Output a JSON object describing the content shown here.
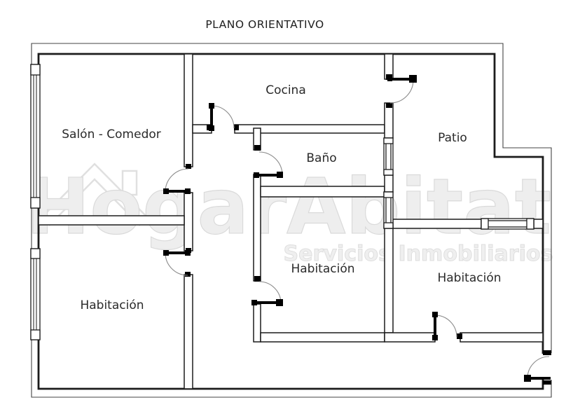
{
  "title": "PLANO ORIENTATIVO",
  "rooms": {
    "salon_comedor": "Salón - Comedor",
    "cocina": "Cocina",
    "bano": "Baño",
    "patio": "Patio",
    "habitacion_central": "Habitación",
    "habitacion_derecha": "Habitación",
    "habitacion_inferior": "Habitación"
  },
  "watermark": {
    "brand": "HogarAbitat",
    "tagline": "Servicios Inmobiliarios"
  },
  "colors": {
    "background": "#ffffff",
    "wall_line": "#1c1c1c",
    "door_leaf": "#000000",
    "door_arc": "#8a8a8a",
    "label_text": "#2a2a2a",
    "watermark_gray": "#e9e9e9"
  }
}
